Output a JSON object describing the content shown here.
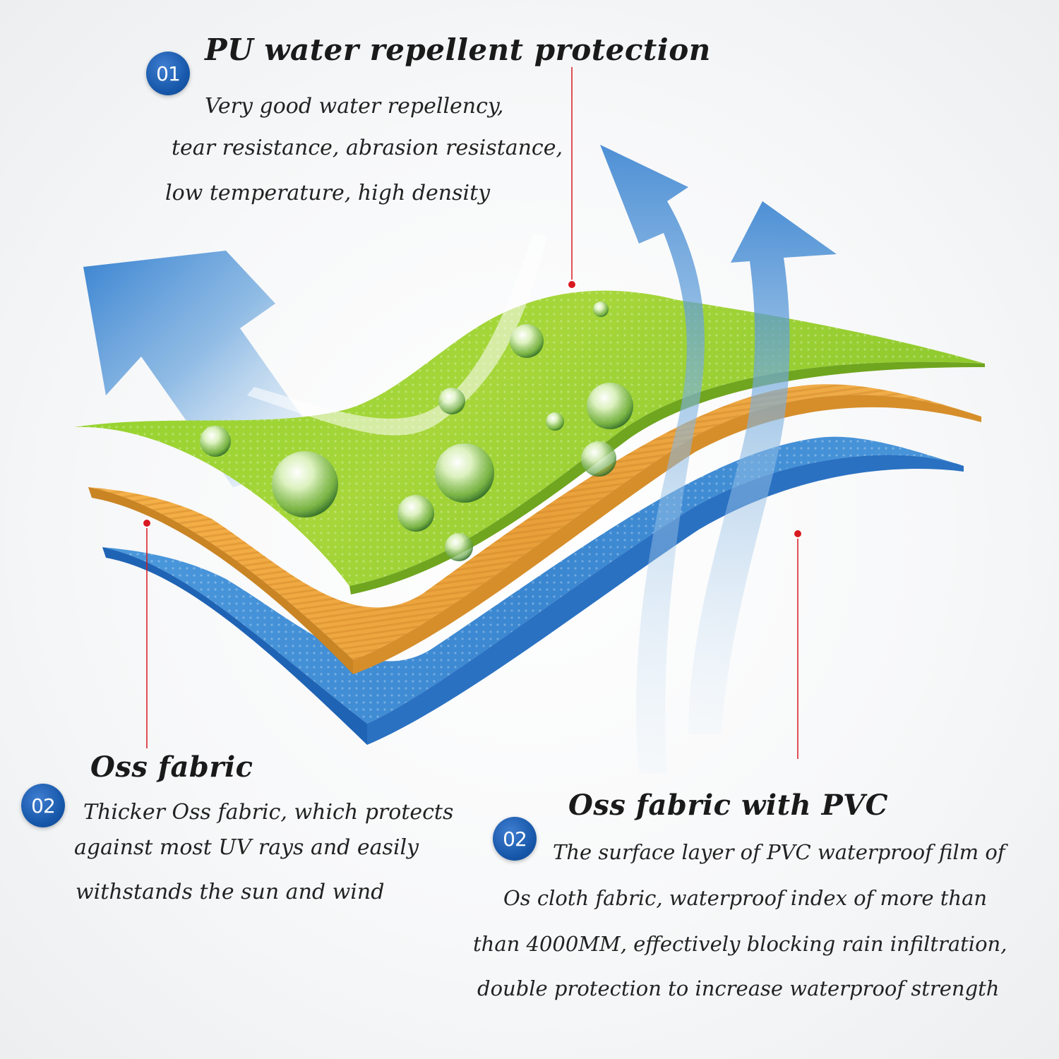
{
  "colors": {
    "badge": "#1656a8",
    "green_layer": "#9acd2a",
    "orange_layer": "#f0a733",
    "blue_layer": "#3f8fd6",
    "arrow": "#2f7fd0",
    "pointer": "#d81920"
  },
  "section1": {
    "badge": "01",
    "title": "PU water repellent protection",
    "lines": [
      "Very good water repellency,",
      "tear resistance, abrasion resistance,",
      "low temperature, high density"
    ]
  },
  "section2": {
    "badge": "02",
    "title": "Oss fabric",
    "lines": [
      "Thicker Oss fabric, which protects",
      "against most UV rays and easily",
      "withstands the sun and wind"
    ]
  },
  "section3": {
    "badge": "02",
    "title": "Oss fabric with PVC",
    "lines": [
      "The surface layer of PVC waterproof film of",
      "Os cloth fabric,   waterproof index of more than",
      "than 4000MM, effectively blocking rain infiltration,",
      "double protection to increase waterproof strength"
    ]
  }
}
